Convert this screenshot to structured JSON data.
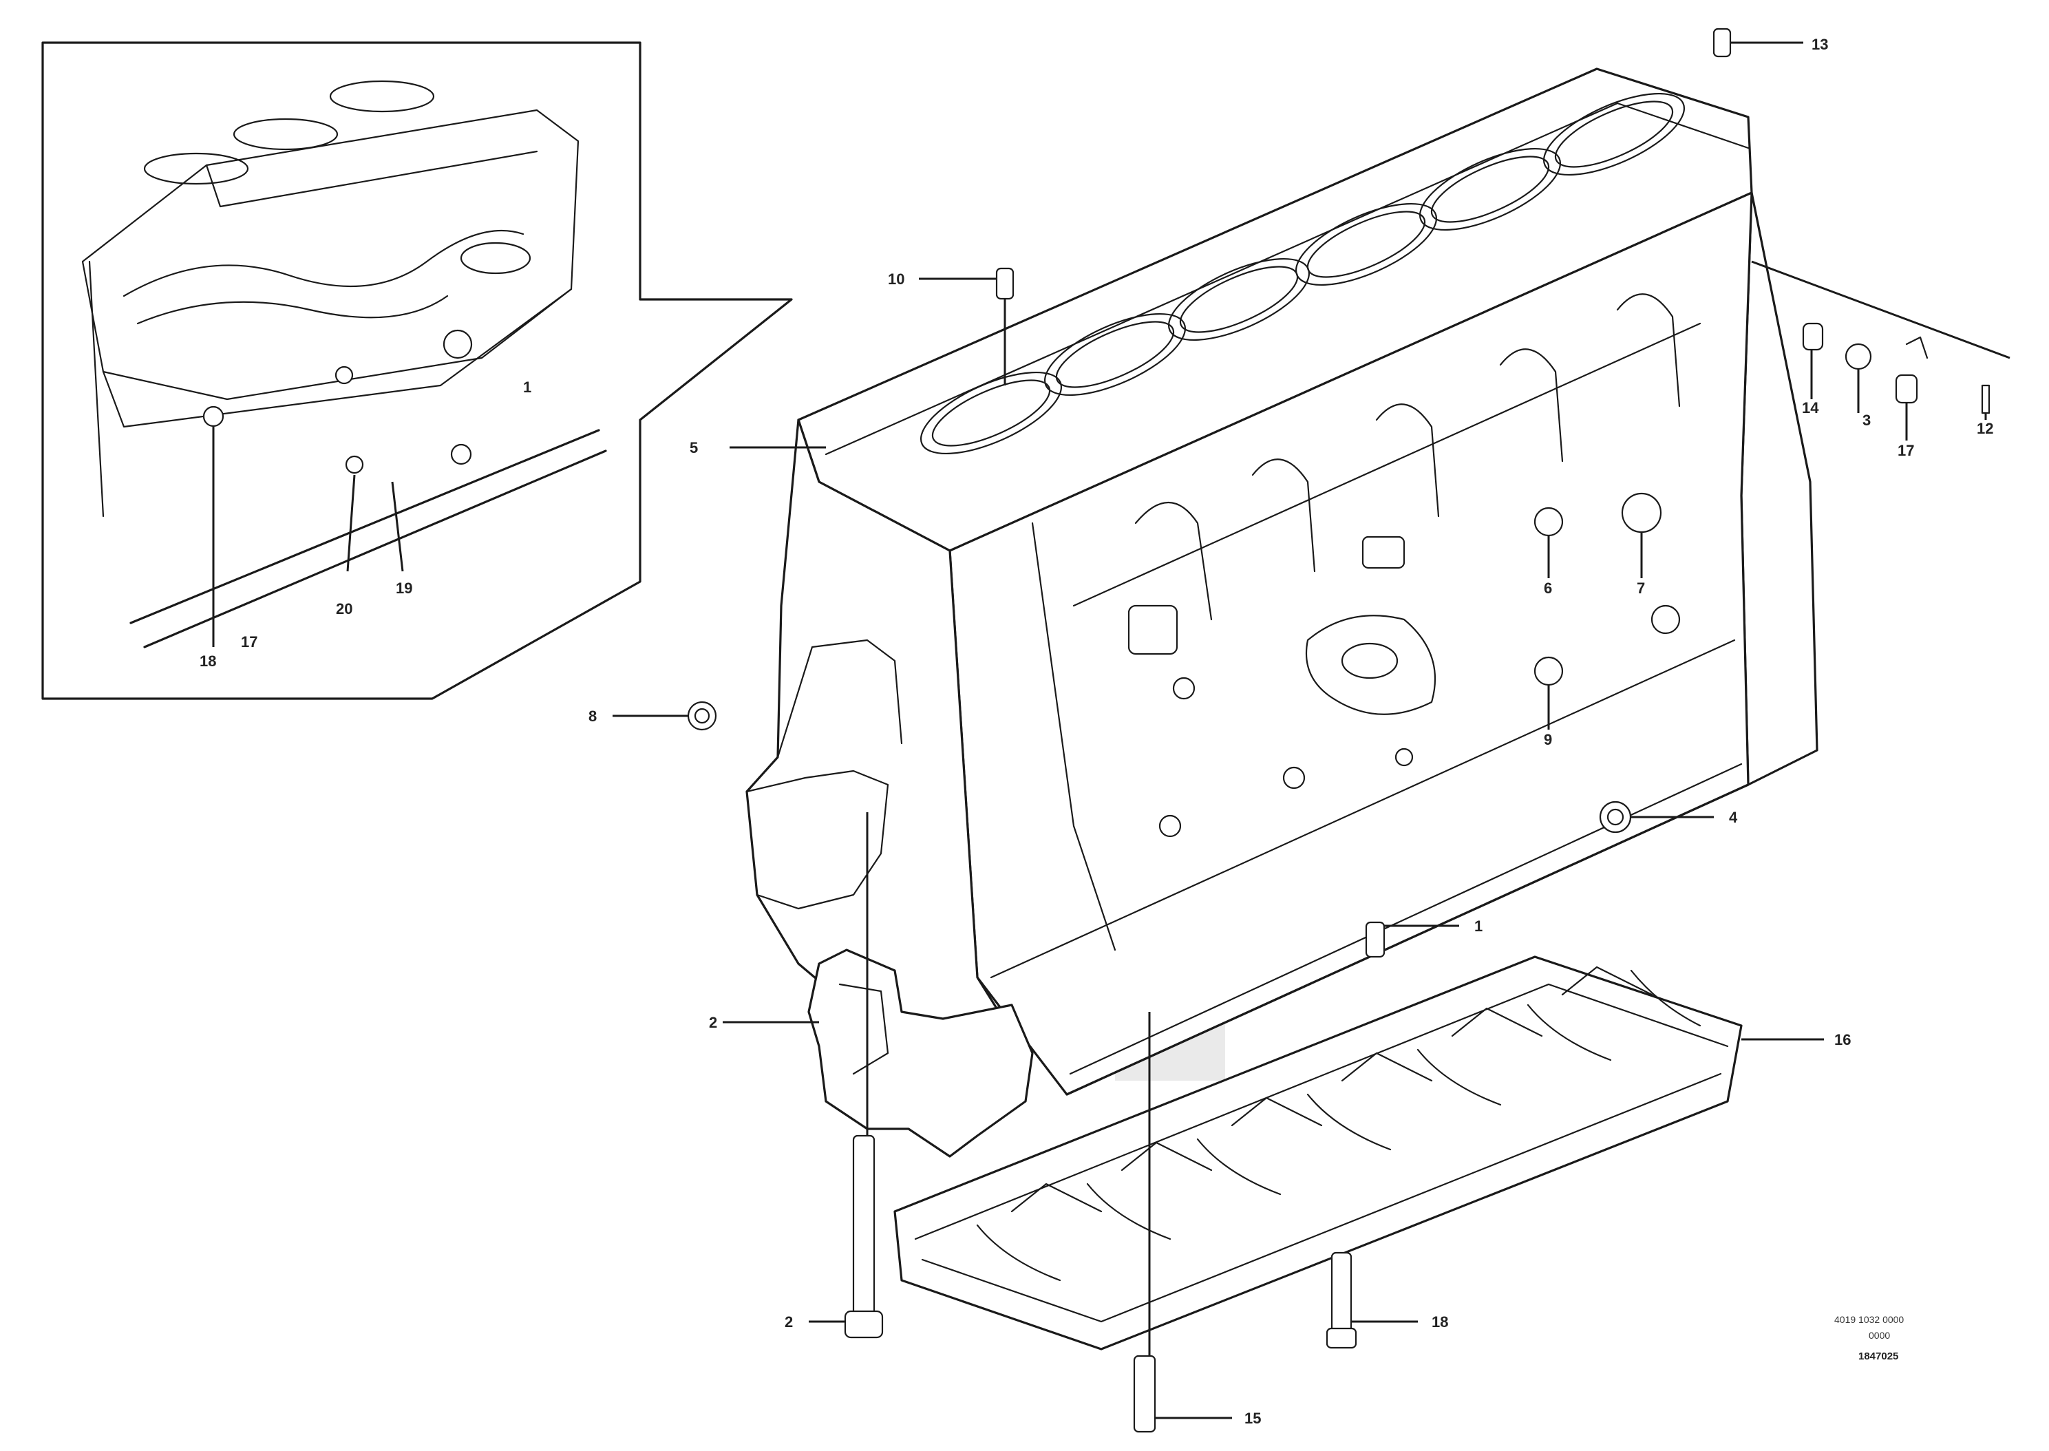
{
  "diagram": {
    "callouts": [
      {
        "id": "c1",
        "text": "13"
      },
      {
        "id": "c2",
        "text": "10"
      },
      {
        "id": "c3",
        "text": "5"
      },
      {
        "id": "c4",
        "text": "3"
      },
      {
        "id": "c5",
        "text": "14"
      },
      {
        "id": "c6",
        "text": "3"
      },
      {
        "id": "c7",
        "text": "17"
      },
      {
        "id": "c8",
        "text": "12"
      },
      {
        "id": "c9",
        "text": "6"
      },
      {
        "id": "c10",
        "text": "7"
      },
      {
        "id": "c11",
        "text": "8"
      },
      {
        "id": "c12",
        "text": "9"
      },
      {
        "id": "c13",
        "text": "4"
      },
      {
        "id": "c14",
        "text": "1"
      },
      {
        "id": "c15",
        "text": "2"
      },
      {
        "id": "c16",
        "text": "16"
      },
      {
        "id": "c17",
        "text": "2"
      },
      {
        "id": "c18",
        "text": "18"
      },
      {
        "id": "c19",
        "text": "15"
      }
    ],
    "inset_callouts": [
      {
        "id": "i1",
        "text": "1"
      },
      {
        "id": "i2",
        "text": "19"
      },
      {
        "id": "i3",
        "text": "20"
      },
      {
        "id": "i4",
        "text": "18"
      },
      {
        "id": "i5",
        "text": "17"
      }
    ],
    "reference": {
      "line1": "4019 1032 0000",
      "line2": "0000",
      "line3": "1847025"
    },
    "colors": {
      "ink": "#1a1a1a",
      "watermark": "#d9d9d9"
    }
  }
}
